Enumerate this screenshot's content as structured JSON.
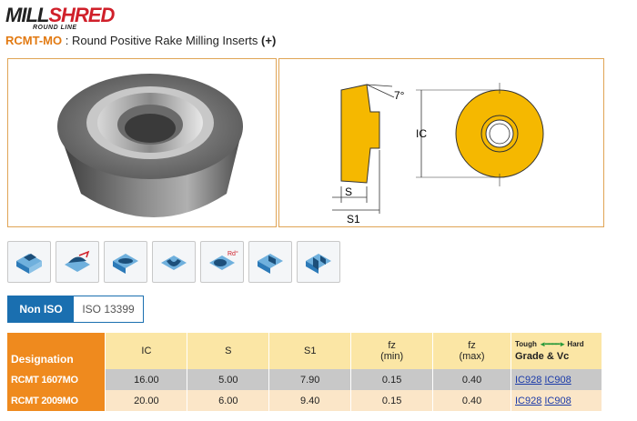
{
  "logo": {
    "mill": "MILL",
    "shred": "SHRED",
    "round_line": "ROUND LINE"
  },
  "subtitle": {
    "code": "RCMT-MO",
    "text": " : Round Positive Rake Milling Inserts ",
    "plus": "(+)"
  },
  "diagram": {
    "angle": "7°",
    "ic": "IC",
    "s": "S",
    "s1": "S1"
  },
  "application_icons": [
    "face-milling-icon",
    "ramping-icon",
    "slotting-icon",
    "profiling-icon",
    "helical-interpolation-icon",
    "shoulder-milling-icon",
    "pocketing-icon"
  ],
  "iso_toggle": {
    "active": "Non ISO",
    "inactive": "ISO 13399"
  },
  "table": {
    "headers": {
      "designation": "Designation",
      "ic": "IC",
      "s": "S",
      "s1": "S1",
      "fz_min_1": "fz",
      "fz_min_2": "(min)",
      "fz_max_1": "fz",
      "fz_max_2": "(max)",
      "tough": "Tough",
      "hard": "Hard",
      "grade": "Grade & Vc"
    },
    "rows": [
      {
        "designation": "RCMT 1607MO",
        "ic": "16.00",
        "s": "5.00",
        "s1": "7.90",
        "fz_min": "0.15",
        "fz_max": "0.40",
        "grades": [
          "IC928",
          "IC908"
        ]
      },
      {
        "designation": "RCMT 2009MO",
        "ic": "20.00",
        "s": "6.00",
        "s1": "9.40",
        "fz_min": "0.15",
        "fz_max": "0.40",
        "grades": [
          "IC928",
          "IC908"
        ]
      }
    ]
  },
  "colors": {
    "accent_orange": "#ef8a1e",
    "header_yellow": "#fbe6a5",
    "insert_gold": "#f5b800",
    "brand_red": "#d0202a",
    "link_blue": "#1a3aa8",
    "toggle_blue": "#1a6fb0"
  }
}
